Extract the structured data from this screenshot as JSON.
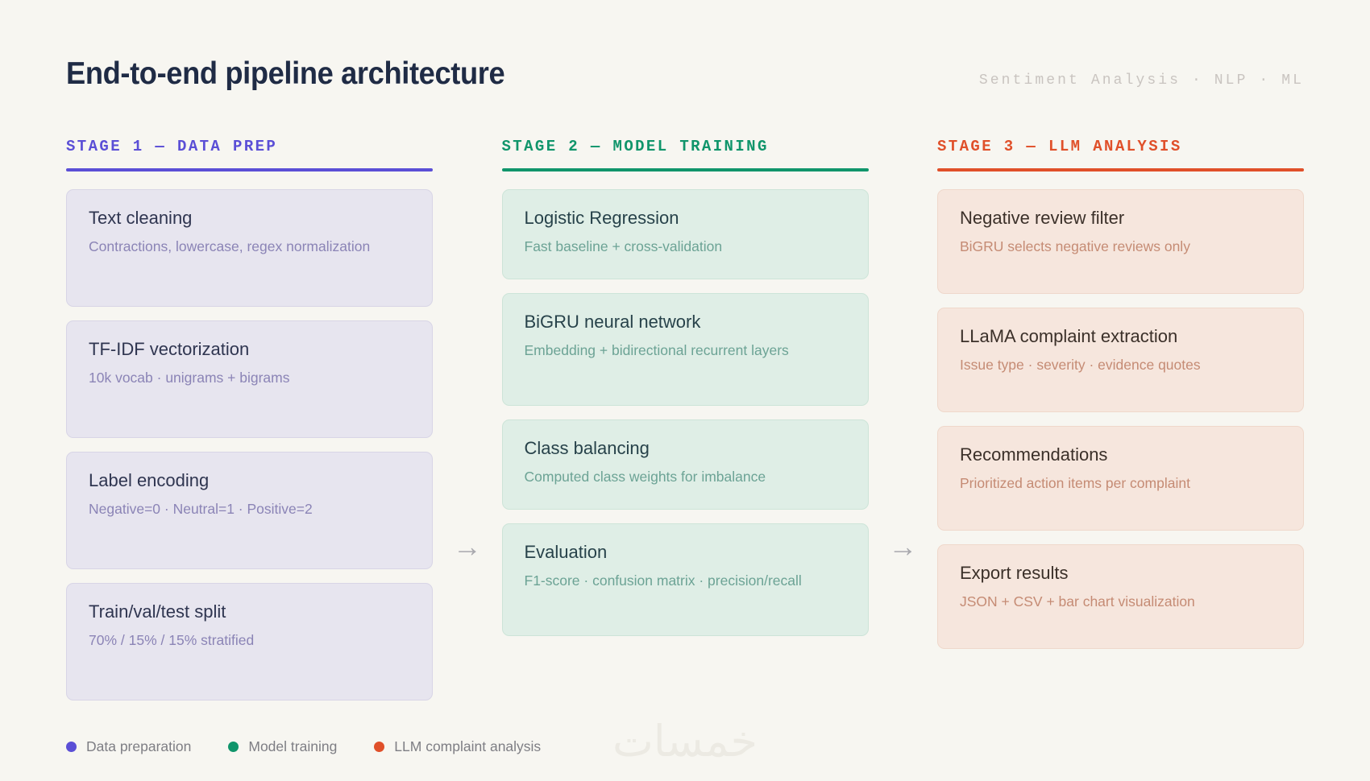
{
  "header": {
    "title": "End-to-end pipeline architecture",
    "subtitle": "Sentiment Analysis · NLP · ML"
  },
  "connector": {
    "arrow_glyph": "→"
  },
  "colors": {
    "background": "#f7f6f1",
    "stage1_accent": "#5b4fd6",
    "stage2_accent": "#10956b",
    "stage3_accent": "#e0502a",
    "title_text": "#1f2b45",
    "subtitle_text": "#c9c4c0",
    "arrow": "#a9a9ae",
    "watermark": "#eceae3"
  },
  "stages": [
    {
      "id": "stage-1",
      "heading": "STAGE 1 — DATA PREP",
      "accent": "#5b4fd6",
      "cards": [
        {
          "title": "Text cleaning",
          "desc": "Contractions, lowercase, regex normalization"
        },
        {
          "title": "TF-IDF vectorization",
          "desc": "10k vocab · unigrams + bigrams"
        },
        {
          "title": "Label encoding",
          "desc": "Negative=0 · Neutral=1 · Positive=2"
        },
        {
          "title": "Train/val/test split",
          "desc": "70% / 15% / 15% stratified"
        }
      ]
    },
    {
      "id": "stage-2",
      "heading": "STAGE 2 — MODEL TRAINING",
      "accent": "#10956b",
      "cards": [
        {
          "title": "Logistic Regression",
          "desc": "Fast baseline + cross-validation"
        },
        {
          "title": "BiGRU neural network",
          "desc": "Embedding + bidirectional recurrent layers"
        },
        {
          "title": "Class balancing",
          "desc": "Computed class weights for imbalance"
        },
        {
          "title": "Evaluation",
          "desc": "F1-score · confusion matrix · precision/recall"
        }
      ]
    },
    {
      "id": "stage-3",
      "heading": "STAGE 3 — LLM ANALYSIS",
      "accent": "#e0502a",
      "cards": [
        {
          "title": "Negative review filter",
          "desc": "BiGRU selects negative reviews only"
        },
        {
          "title": "LLaMA complaint extraction",
          "desc": "Issue type · severity · evidence quotes"
        },
        {
          "title": "Recommendations",
          "desc": "Prioritized action items per complaint"
        },
        {
          "title": "Export results",
          "desc": "JSON + CSV + bar chart visualization"
        }
      ]
    }
  ],
  "legend": [
    {
      "label": "Data preparation",
      "color": "#5b4fd6"
    },
    {
      "label": "Model training",
      "color": "#10956b"
    },
    {
      "label": "LLM complaint analysis",
      "color": "#e0502a"
    }
  ],
  "watermark": {
    "text": "خمسات"
  }
}
